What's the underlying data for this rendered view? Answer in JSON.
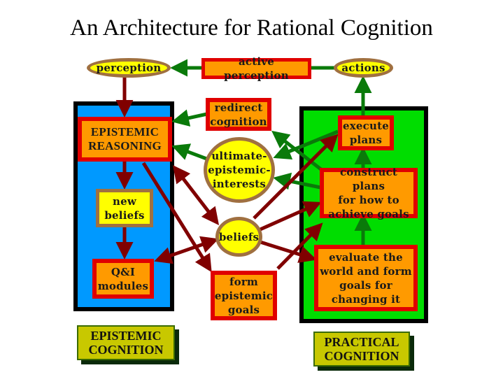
{
  "title": "An Architecture for Rational Cognition",
  "colors": {
    "epistemic_panel": "#0099ff",
    "practical_panel": "#00dd00",
    "process_box_fill": "#ff9a00",
    "process_box_border": "#e00000",
    "state_fill": "#ffff00",
    "state_border": "#a07040",
    "green_arrow": "#0a7a0a",
    "red_arrow": "#800000",
    "section_label": "#c8c800"
  },
  "nodes": {
    "perception": "perception",
    "active_perception": "active perception",
    "actions": "actions",
    "redirect_cognition": [
      "redirect",
      "cognition"
    ],
    "epistemic_reasoning": [
      "EPISTEMIC",
      "REASONING"
    ],
    "ultimate_epistemic_interests": [
      "ultimate-",
      "epistemic-",
      "interests"
    ],
    "execute_plans": [
      "execute",
      "plans"
    ],
    "construct_plans": [
      "construct plans",
      "for how to",
      "achieve goals"
    ],
    "new_beliefs": [
      "new",
      "beliefs"
    ],
    "beliefs": "beliefs",
    "qi_modules": [
      "Q&I",
      "modules"
    ],
    "form_epistemic_goals": [
      "form",
      "epistemic",
      "goals"
    ],
    "evaluate_world": [
      "evaluate the",
      "world and form",
      "goals for",
      "changing it"
    ]
  },
  "sections": {
    "epistemic": [
      "EPISTEMIC",
      "COGNITION"
    ],
    "practical": [
      "PRACTICAL",
      "COGNITION"
    ]
  }
}
